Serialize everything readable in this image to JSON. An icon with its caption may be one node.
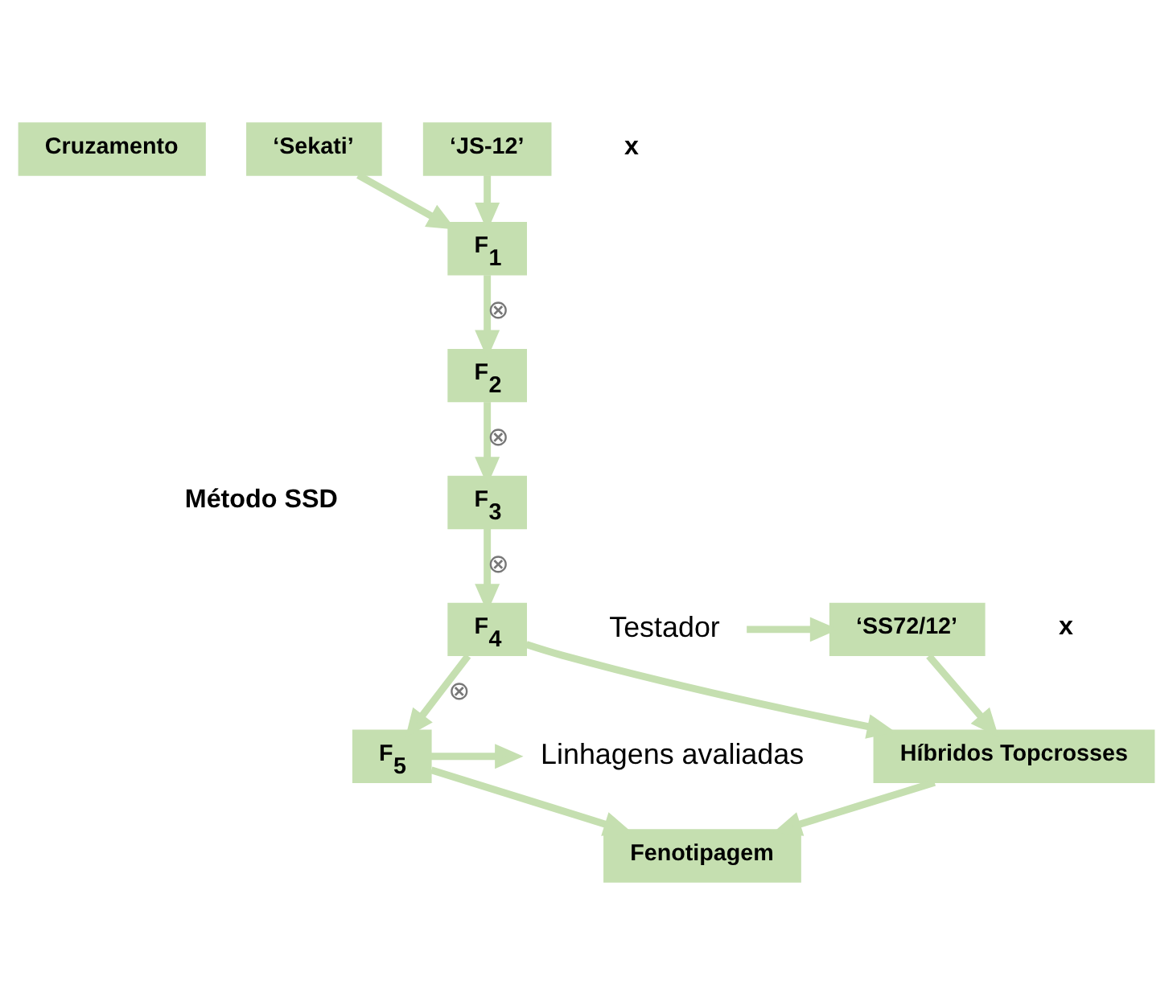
{
  "diagram": {
    "nodes": [
      {
        "text": [
          "Cruzamento"
        ]
      },
      {
        "text": [
          "‘Sekati’"
        ]
      },
      {
        "text": [
          "‘JS-12’"
        ]
      },
      {
        "text": [
          "F$_{1}$"
        ]
      },
      {
        "text": [
          "F$_{2}$"
        ]
      },
      {
        "text": [
          "F$_{3}$"
        ]
      },
      {
        "text": [
          "F$_{4}$"
        ]
      },
      {
        "text": [
          "F$_{5}$"
        ]
      },
      {
        "text": [
          "Híbridos Topcrosses"
        ]
      },
      {
        "text": [
          "Fenotipagem"
        ]
      },
      {
        "text": [
          "Testador"
        ]
      },
      {
        "text": [
          "‘SS72/12’"
        ]
      },
      {
        "text": [
          "Linhagens avaliadas"
        ]
      }
    ],
    "edges": [
      {
        "from": 1,
        "to": 3,
        "arrow": "to"
      },
      {
        "from": 2,
        "to": 3,
        "arrow": "to"
      },
      {
        "from": 3,
        "to": 4,
        "arrow": "to",
        "label": "⊗"
      },
      {
        "from": 4,
        "to": 5,
        "arrow": "to",
        "label": "⊗"
      },
      {
        "from": 5,
        "to": 6,
        "arrow": "to",
        "label": "⊗"
      },
      {
        "from": 6,
        "to": 7,
        "arrow": "to",
        "label": "⊗"
      },
      {
        "from": 6,
        "to": 8,
        "arrow": "to"
      },
      {
        "from": 11,
        "to": 8,
        "arrow": "to"
      },
      {
        "from": 10,
        "to": 11,
        "arrow": "to"
      },
      {
        "from": 7,
        "to": 12,
        "arrow": "to"
      },
      {
        "from": 7,
        "to": 9,
        "arrow": "to"
      },
      {
        "from": 8,
        "to": 9,
        "arrow": "to"
      }
    ],
    "labels": [
      "x",
      "Método SSD",
      "x"
    ]
  }
}
